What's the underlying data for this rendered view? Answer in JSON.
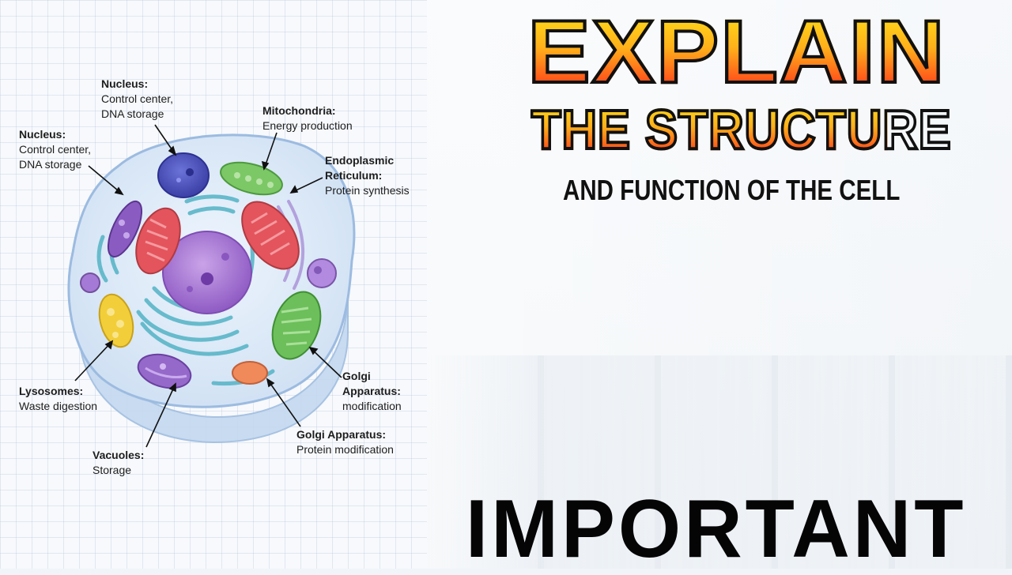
{
  "title": {
    "line1": "EXPLAIN",
    "line2": "THE STRUCTURE",
    "line3": "AND FUNCTION OF THE CELL",
    "footer": "IMPORTANT"
  },
  "colors": {
    "title_gradient_top": "#ffe11a",
    "title_gradient_bottom": "#ff2a22",
    "title_outline": "#111111",
    "footer_text": "#050505",
    "cell_membrane": "#bcd3ee",
    "nucleus": "#9f6fd0",
    "mitochondria": "#e0505a",
    "chloroplast_green": "#6cbf5a",
    "lysosome_yellow": "#f2cf3a",
    "golgi_teal": "#59b7c9",
    "vesicle_orange": "#f08a5a"
  },
  "labels": [
    {
      "title": "Nucleus:",
      "desc": [
        "Control center,",
        "DNA storage"
      ]
    },
    {
      "title": "Nucleus:",
      "desc": [
        "Control center,",
        "DNA storage"
      ]
    },
    {
      "title": "Mitochondria:",
      "desc": [
        "Energy production"
      ]
    },
    {
      "title": "Endoplasmic",
      "title2": "Reticulum:",
      "desc": [
        "Protein synthesis"
      ]
    },
    {
      "title": "Lysosomes:",
      "desc": [
        "Waste digestion"
      ]
    },
    {
      "title": "Golgi",
      "title2": "Apparatus:",
      "desc": [
        "modification"
      ]
    },
    {
      "title": "Golgi Apparatus:",
      "desc": [
        "Protein modification"
      ]
    },
    {
      "title": "Vacuoles:",
      "desc": [
        "Storage"
      ]
    }
  ]
}
